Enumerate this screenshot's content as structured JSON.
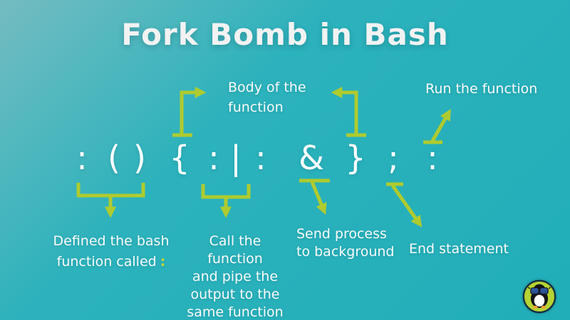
{
  "title": "Fork Bomb in Bash",
  "colors": {
    "accent": "#aecb2f",
    "colon": "#c9d92e",
    "title": "#f2f2f2",
    "text": "#fafafa",
    "bg1": "#74bcc1",
    "bg2": "#2cb2bc",
    "bg3": "#21aeb9"
  },
  "code": {
    "symbols": [
      ":",
      "(",
      ")",
      "{",
      ":",
      "|",
      ":",
      "&",
      "}",
      ";",
      ":"
    ]
  },
  "annotations": {
    "body": "Body of the\nfunction",
    "run": "Run the function",
    "defined": "Defined the bash\nfunction called",
    "defined_colon": ":",
    "call": "Call the function\nand pipe the\noutput to the\nsame function",
    "send": "Send process\nto background",
    "end": "End statement"
  },
  "icons": {
    "logo": "penguin-sunglasses-badge"
  }
}
